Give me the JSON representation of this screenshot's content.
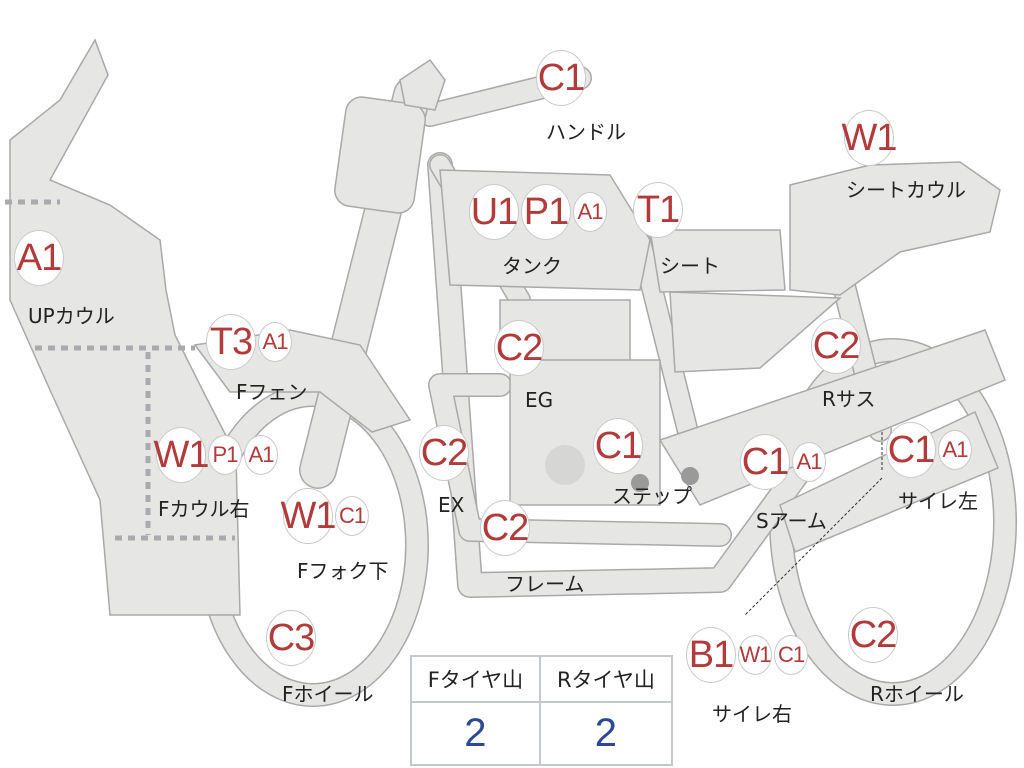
{
  "parts": {
    "handle": {
      "label": "ハンドル",
      "codes": [
        "C1"
      ]
    },
    "seat_cowl": {
      "label": "シートカウル",
      "codes": [
        "W1"
      ]
    },
    "tank": {
      "label": "タンク",
      "codes": [
        "U1",
        "P1",
        "A1"
      ]
    },
    "seat": {
      "label": "シート",
      "codes": [
        "T1"
      ]
    },
    "up_cowl": {
      "label": "UPカウル",
      "codes": [
        "A1"
      ]
    },
    "f_fender": {
      "label": "Fフェン",
      "codes": [
        "T3",
        "A1"
      ]
    },
    "engine": {
      "label": "EG",
      "codes": [
        "C2"
      ]
    },
    "r_sus": {
      "label": "Rサス",
      "codes": [
        "C2"
      ]
    },
    "f_cowl_right": {
      "label": "Fカウル右",
      "codes": [
        "W1",
        "P1",
        "A1"
      ]
    },
    "exhaust": {
      "label": "EX",
      "codes": [
        "C2"
      ]
    },
    "step": {
      "label": "ステップ",
      "codes": [
        "C1"
      ]
    },
    "swingarm": {
      "label": "Sアーム",
      "codes": [
        "C1",
        "A1"
      ]
    },
    "silencer_left": {
      "label": "サイレ左",
      "codes": [
        "C1",
        "A1"
      ]
    },
    "f_fork_lower": {
      "label": "Fフォク下",
      "codes": [
        "W1",
        "C1"
      ]
    },
    "frame": {
      "label": "フレーム",
      "codes": [
        "C2"
      ]
    },
    "f_wheel": {
      "label": "Fホイール",
      "codes": [
        "C3"
      ]
    },
    "silencer_right": {
      "label": "サイレ右",
      "codes": [
        "B1",
        "W1",
        "C1"
      ]
    },
    "r_wheel": {
      "label": "Rホイール",
      "codes": [
        "C2"
      ]
    }
  },
  "tire_table": {
    "headers": [
      "Fタイヤ山",
      "Rタイヤ山"
    ],
    "values": [
      "2",
      "2"
    ]
  },
  "colors": {
    "code": "#b23a3a",
    "tire_value": "#2b4a93",
    "body": "#e6e6e4",
    "outline": "#a9a9a9"
  }
}
